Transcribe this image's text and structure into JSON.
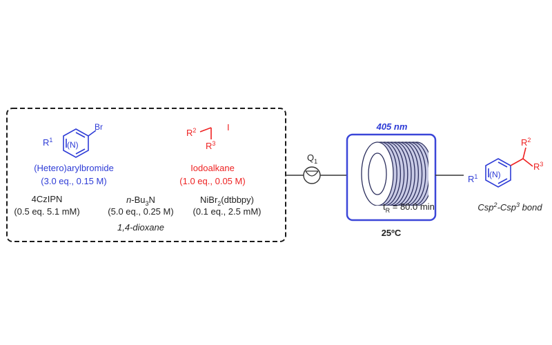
{
  "colors": {
    "blue": "#2d3bd6",
    "red": "#ee2222",
    "black": "#222222",
    "coil_fill": "#c9cbe6"
  },
  "reagents_box": {
    "aryl_bromide": {
      "substituent_r": "R",
      "substituent_sup": "1",
      "ring_heteroatom": "(N)",
      "halogen": "Br",
      "name": "(Hetero)arylbromide",
      "amount": "(3.0 eq., 0.15 M)"
    },
    "iodoalkane": {
      "r2_base": "R",
      "r2_sup": "2",
      "halogen": "I",
      "r3_base": "R",
      "r3_sup": "3",
      "name": "Iodoalkane",
      "amount": "(1.0 eq., 0.05 M)"
    },
    "photocatalyst": {
      "name": "4CzIPN",
      "amount": "(0.5 eq. 5.1 mM)"
    },
    "base": {
      "prefix": "n",
      "dash": "-Bu",
      "sub": "3",
      "suffix": "N",
      "amount": "(5.0 eq., 0.25 M)"
    },
    "nickel": {
      "prefix": "NiBr",
      "sub": "2",
      "suffix": "(dtbbpy)",
      "amount": "(0.1 eq., 2.5 mM)"
    },
    "solvent": "1,4-dioxane"
  },
  "pump": {
    "base": "Q",
    "sub": "1"
  },
  "reactor": {
    "wavelength": "405 nm",
    "tr_base": "t",
    "tr_sub": "R",
    "tr_value": " = 80.0 min",
    "temperature": "25ºC"
  },
  "product": {
    "r1_base": "R",
    "r1_sup": "1",
    "ring_heteroatom": "(N)",
    "r2_base": "R",
    "r2_sup": "2",
    "r3_base": "R",
    "r3_sup": "3",
    "bond_a": "Csp",
    "bond_a_sup": "2",
    "bond_mid": "-Csp",
    "bond_b_sup": "3",
    "bond_end": " bond"
  }
}
